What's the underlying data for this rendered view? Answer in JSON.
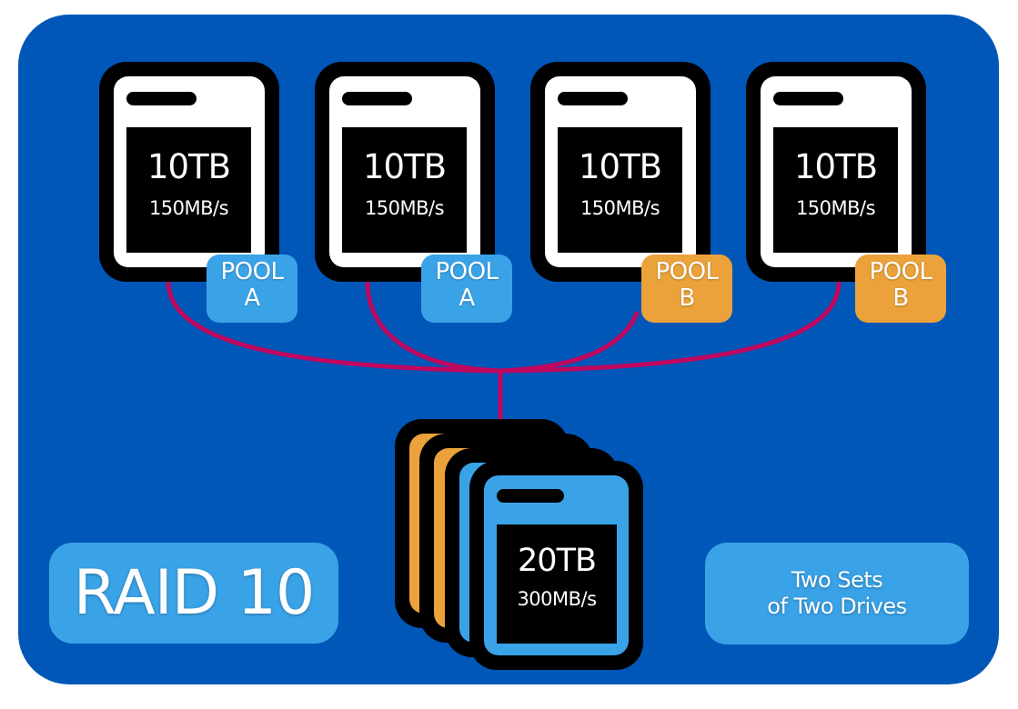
{
  "colors": {
    "background": "#0057b8",
    "drive_frame": "#000000",
    "drive_face": "#ffffff",
    "pool_a": "#3aa3e8",
    "pool_b": "#eba23a",
    "cable": "#c0075f",
    "label_box": "#3aa3e8"
  },
  "drives": [
    {
      "capacity": "10TB",
      "speed": "150MB/s",
      "pool_line1": "POOL",
      "pool_line2": "A",
      "pool": "A"
    },
    {
      "capacity": "10TB",
      "speed": "150MB/s",
      "pool_line1": "POOL",
      "pool_line2": "A",
      "pool": "A"
    },
    {
      "capacity": "10TB",
      "speed": "150MB/s",
      "pool_line1": "POOL",
      "pool_line2": "B",
      "pool": "B"
    },
    {
      "capacity": "10TB",
      "speed": "150MB/s",
      "pool_line1": "POOL",
      "pool_line2": "B",
      "pool": "B"
    }
  ],
  "array": {
    "capacity": "20TB",
    "speed": "300MB/s",
    "stack_pools": [
      "B",
      "B",
      "A",
      "A"
    ]
  },
  "raid_label": "RAID 10",
  "note": {
    "line1": "Two Sets",
    "line2": "of Two Drives"
  }
}
